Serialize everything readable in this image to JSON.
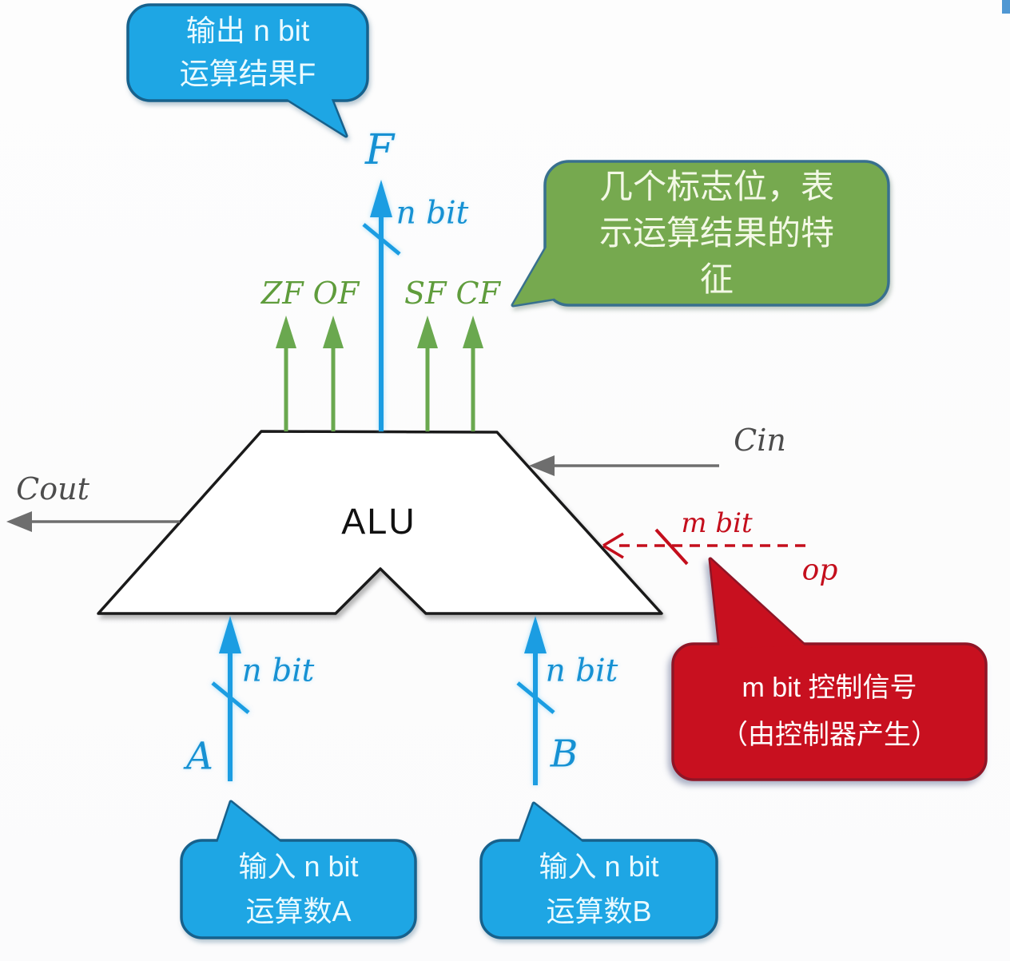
{
  "bubbles": {
    "output": {
      "line1": "输出 n bit",
      "line2": "运算结果F"
    },
    "flags": {
      "line1": "几个标志位，表",
      "line2": "示运算结果的特",
      "line3": "征"
    },
    "control": {
      "line1": "m bit 控制信号",
      "line2": "（由控制器产生）"
    },
    "input_a": {
      "line1": "输入 n bit",
      "line2": "运算数A"
    },
    "input_b": {
      "line1": "输入 n bit",
      "line2": "运算数B"
    }
  },
  "labels": {
    "alu": "ALU",
    "output_f": "F",
    "output_width": "n bit",
    "flags_left": "ZF OF",
    "flags_right": "SF CF",
    "carry_out": "Cout",
    "carry_in": "Cin",
    "control_width": "m bit",
    "control_op": "op",
    "operand_a": "A",
    "operand_b": "B",
    "width_a": "n bit",
    "width_b": "n bit"
  },
  "colors": {
    "blue_bubble": "#1ea6e4",
    "green_bubble": "#76a94f",
    "red_bubble": "#c8101f",
    "blue_signal": "#1b9de2",
    "green_signal": "#6aa84f",
    "gray_signal": "#6e6e6e",
    "red_signal": "#c40e1c",
    "shape_outline": "#1a1a1a"
  }
}
